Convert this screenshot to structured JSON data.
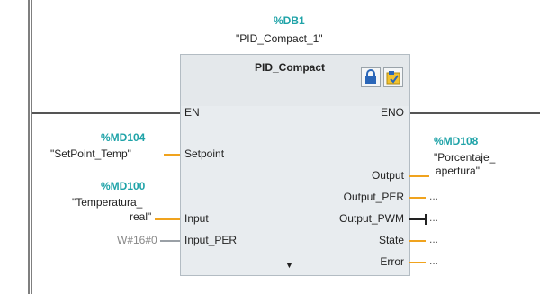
{
  "instance": {
    "address": "%DB1",
    "name": "\"PID_Compact_1\""
  },
  "block": {
    "type": "PID_Compact",
    "en": "EN",
    "eno": "ENO",
    "expand_marker": "▼",
    "icons": [
      "lock-icon",
      "faceplate-icon"
    ]
  },
  "inputs": [
    {
      "pin": "Setpoint",
      "address": "%MD104",
      "symbol": "\"SetPoint_Temp\""
    },
    {
      "pin": "Input",
      "address": "%MD100",
      "symbol_line1": "\"Temperatura_",
      "symbol_line2": "real\""
    },
    {
      "pin": "Input_PER",
      "constant": "W#16#0"
    }
  ],
  "outputs": [
    {
      "pin": "Output",
      "address": "%MD108",
      "symbol_line1": "\"Porcentaje_",
      "symbol_line2": "apertura\""
    },
    {
      "pin": "Output_PER",
      "value": "..."
    },
    {
      "pin": "Output_PWM",
      "value": "..."
    },
    {
      "pin": "State",
      "value": "..."
    },
    {
      "pin": "Error",
      "value": "..."
    }
  ],
  "colors": {
    "tag": "#1fa3a8",
    "wire_assigned": "#f0a31e",
    "wire_unassigned": "#9aa0a6",
    "block_fill": "#e4e8eb"
  }
}
